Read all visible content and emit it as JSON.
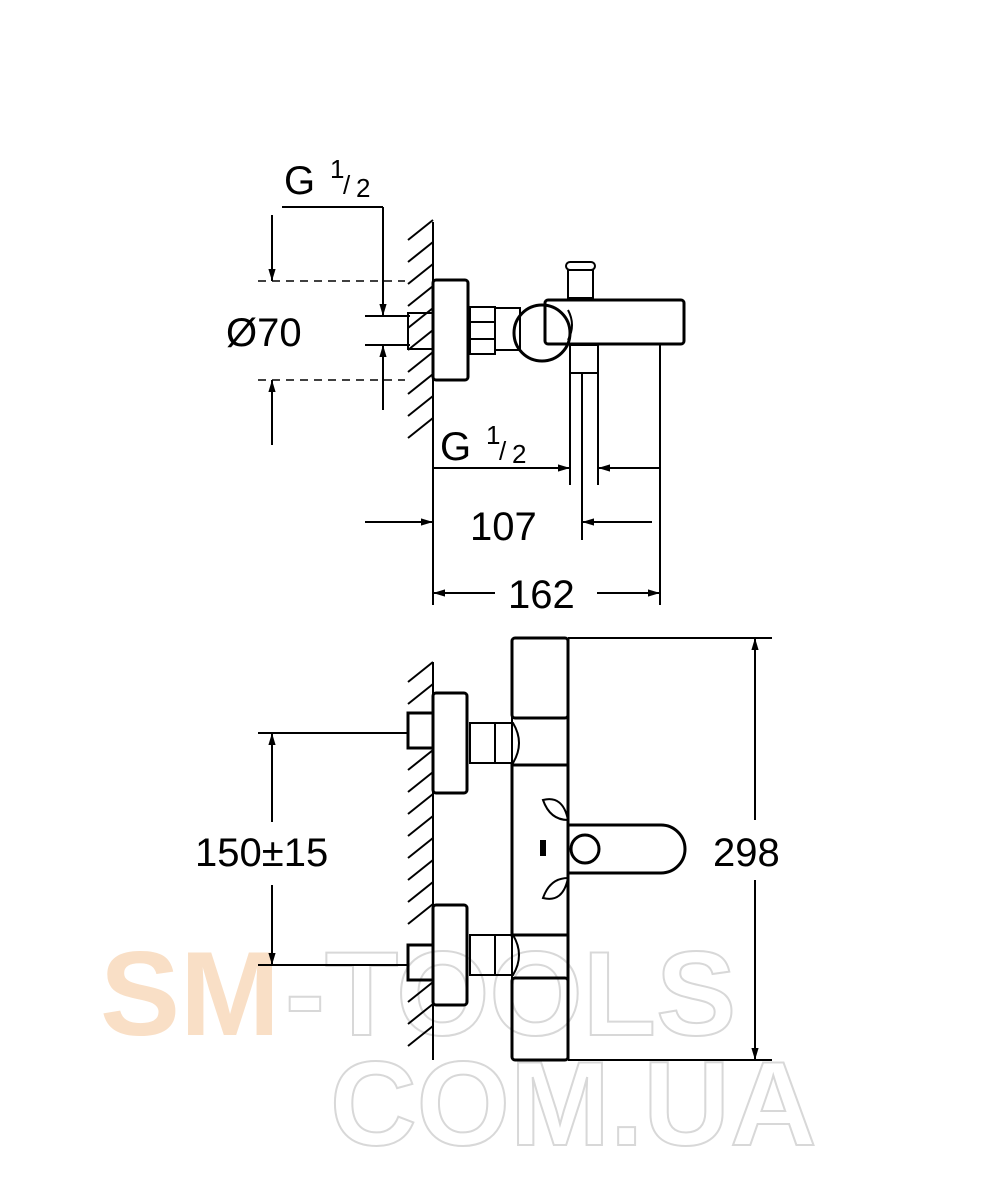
{
  "dimensions": {
    "thread_top": {
      "main": "G",
      "num": "1",
      "den": "2"
    },
    "diameter": "Ø70",
    "thread_outlet": {
      "main": "G",
      "num": "1",
      "den": "2"
    },
    "depth_107": "107",
    "depth_162": "162",
    "spacing": "150±15",
    "height": "298"
  },
  "watermark": {
    "part1": "SM",
    "part2": "-TOOLS",
    "line2": "COM.UA",
    "accent": "#f9dfc6"
  }
}
